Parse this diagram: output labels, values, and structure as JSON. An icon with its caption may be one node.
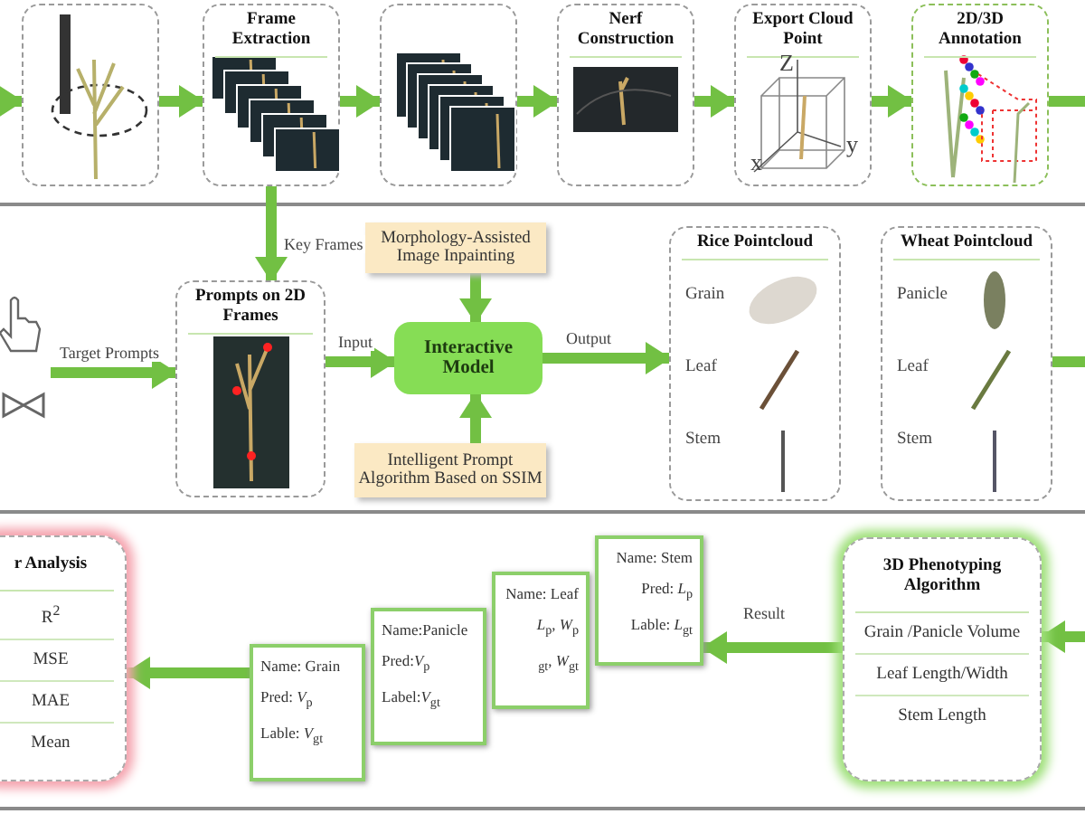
{
  "diagram": {
    "nodes": [
      {
        "text": [],
        "shape": "box"
      },
      {
        "text": [
          "Frame Extraction"
        ]
      },
      {
        "text": [],
        "shape": "box"
      },
      {
        "text": [
          "Nerf Construction"
        ]
      },
      {
        "text": [
          "Export Cloud Point"
        ]
      },
      {
        "text": [
          "2D/3D Annotation"
        ]
      },
      {
        "text": [
          "Prompts on 2D Frames"
        ]
      },
      {
        "text": [
          "Morphology-Assisted Image Inpainting"
        ]
      },
      {
        "text": [
          "Interactive Model"
        ]
      },
      {
        "text": [
          "Intelligent Prompt Algorithm Based on SSIM"
        ]
      },
      {
        "text": [
          "Rice Pointcloud",
          "Grain",
          "Leaf",
          "Stem"
        ]
      },
      {
        "text": [
          "Wheat Pointcloud",
          "Panicle",
          "Leaf",
          "Stem"
        ]
      },
      {
        "text": [
          "r Analysis",
          "R$^{2}$",
          "MSE",
          "MAE",
          "Mean"
        ]
      },
      {
        "text": [
          "Name: Grain",
          "Pred: *V*$_{p}$",
          "Lable: *V*$_{gt}$"
        ]
      },
      {
        "text": [
          "Name:Panicle",
          "Pred:*V*$_{p}$",
          "Label:*V*$_{gt}$"
        ]
      },
      {
        "text": [
          "Name: Leaf",
          "*L*$_{p}$, *W*$_{p}$",
          "$_{gt}$, *W*$_{gt}$"
        ]
      },
      {
        "text": [
          "Name: Stem",
          "Pred: *L*$_{p}$",
          "Lable: *L*$_{gt}$"
        ]
      },
      {
        "text": [
          "3D Phenotyping Algorithm",
          "Grain /Panicle Volume",
          "Leaf Length/Width",
          "Stem Length"
        ]
      }
    ],
    "edges": [
      {
        "from": null,
        "to": 0,
        "arrow": "to"
      },
      {
        "from": 0,
        "to": 1,
        "arrow": "to"
      },
      {
        "from": 1,
        "to": 2,
        "arrow": "to"
      },
      {
        "from": 2,
        "to": 3,
        "arrow": "to"
      },
      {
        "from": 3,
        "to": 4,
        "arrow": "to"
      },
      {
        "from": 4,
        "to": 5,
        "arrow": "to"
      },
      {
        "from": 5,
        "to": null,
        "arrow": "none"
      },
      {
        "from": 1,
        "to": 6,
        "arrow": "to",
        "label": "Key Frames"
      },
      {
        "from": null,
        "to": 6,
        "arrow": "to",
        "label": "Target Prompts"
      },
      {
        "from": 6,
        "to": 8,
        "arrow": "to",
        "label": "Input"
      },
      {
        "from": 7,
        "to": 8,
        "arrow": "to"
      },
      {
        "from": 9,
        "to": 8,
        "arrow": "to"
      },
      {
        "from": 8,
        "to": 10,
        "arrow": "to",
        "label": "Output"
      },
      {
        "from": 11,
        "to": null,
        "arrow": "none"
      },
      {
        "from": 17,
        "to": 16,
        "arrow": "to",
        "label": "Result"
      },
      {
        "from": null,
        "to": 17,
        "arrow": "to"
      },
      {
        "from": 13,
        "to": 12,
        "arrow": "to"
      }
    ],
    "labels": [
      "Z",
      "x",
      "y"
    ]
  }
}
